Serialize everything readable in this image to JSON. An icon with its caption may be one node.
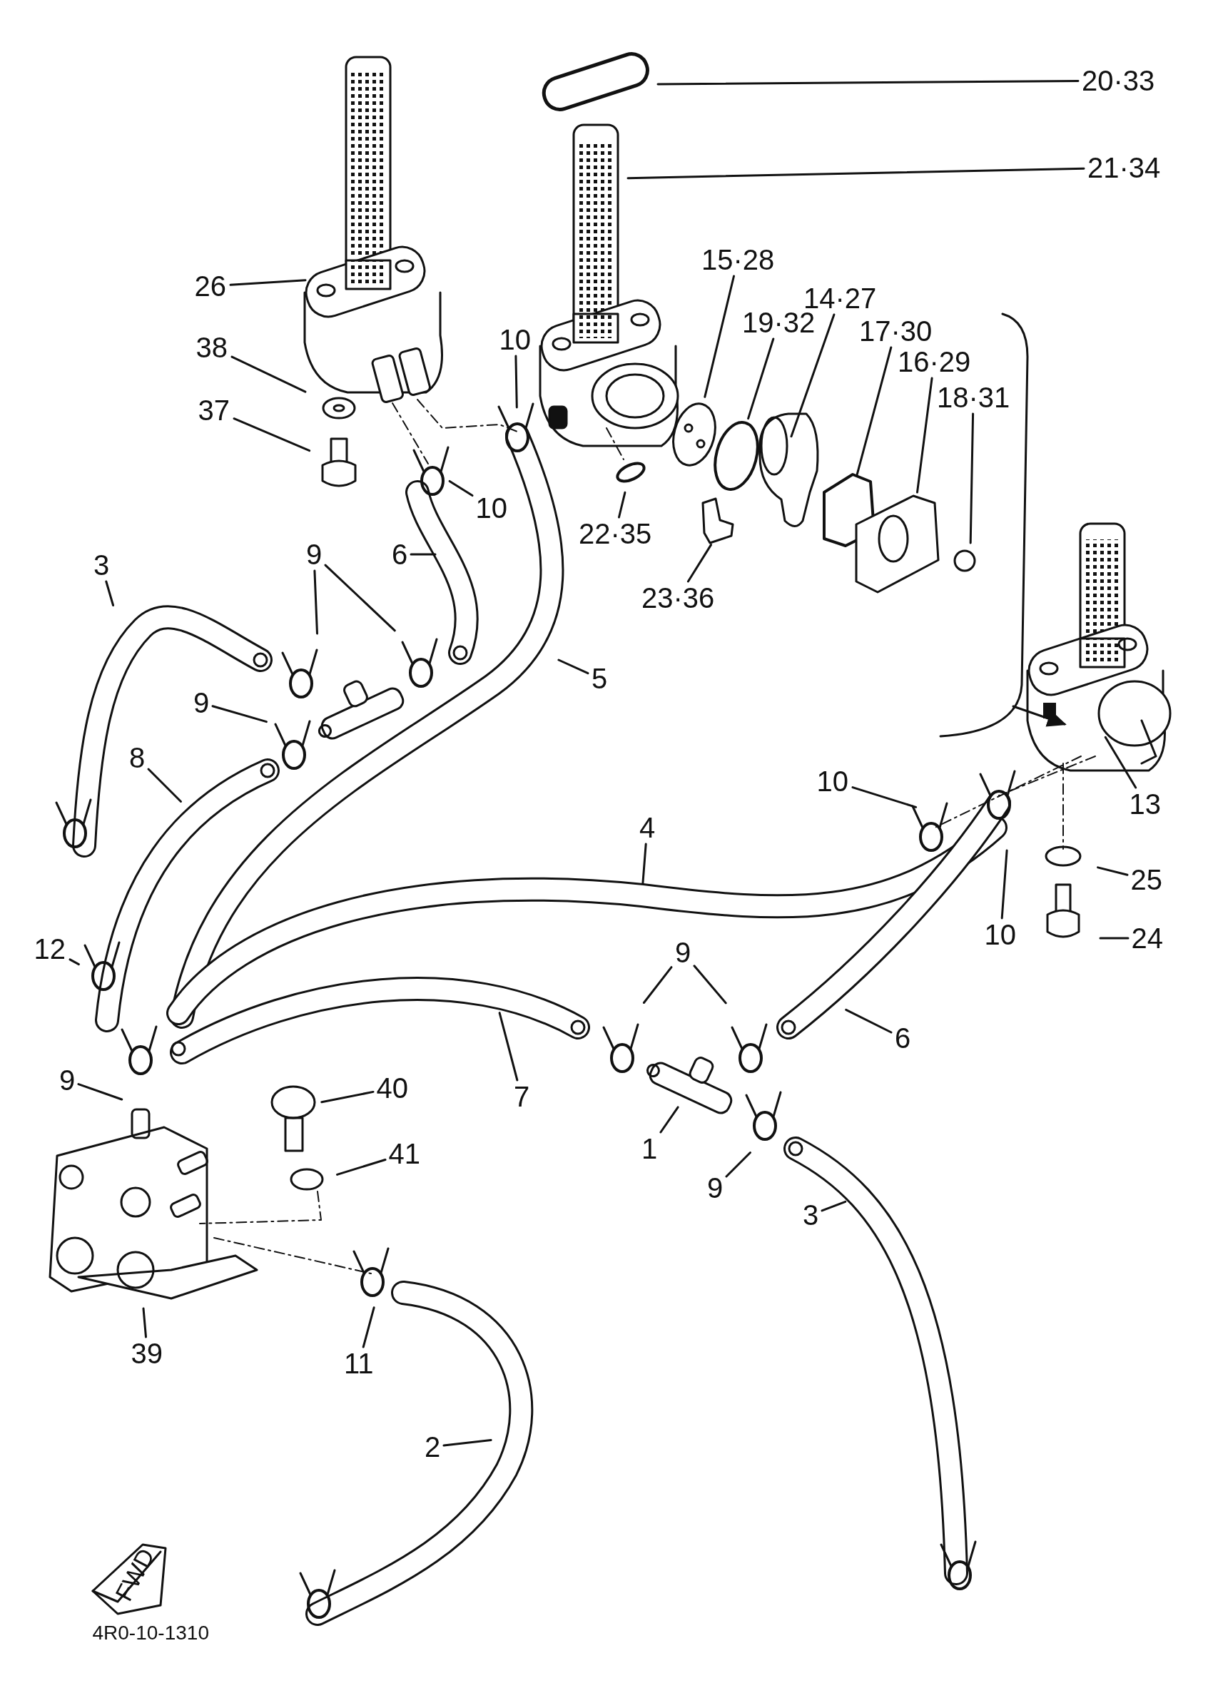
{
  "diagram": {
    "nodes": [
      {
        "text": [
          "20·33"
        ]
      },
      {
        "text": [
          "21·34"
        ]
      },
      {
        "text": [
          "15·28"
        ]
      },
      {
        "text": [
          "26"
        ]
      },
      {
        "text": [
          "14·27"
        ]
      },
      {
        "text": [
          "19·32"
        ]
      },
      {
        "text": [
          "17·30"
        ]
      },
      {
        "text": [
          "10"
        ]
      },
      {
        "text": [
          "38"
        ]
      },
      {
        "text": [
          "16·29"
        ]
      },
      {
        "text": [
          "18·31"
        ]
      },
      {
        "text": [
          "37"
        ]
      },
      {
        "text": [
          "10"
        ]
      },
      {
        "text": [
          "22·35"
        ]
      },
      {
        "text": [
          "9"
        ]
      },
      {
        "text": [
          "6"
        ]
      },
      {
        "text": [
          "3"
        ]
      },
      {
        "text": [
          "23·36"
        ]
      },
      {
        "text": [
          "5"
        ]
      },
      {
        "text": [
          "9"
        ]
      },
      {
        "text": [
          "8"
        ]
      },
      {
        "text": [
          "10"
        ]
      },
      {
        "text": [
          "13"
        ]
      },
      {
        "text": [
          "4"
        ]
      },
      {
        "text": [
          "25"
        ]
      },
      {
        "text": [
          "10"
        ]
      },
      {
        "text": [
          "24"
        ]
      },
      {
        "text": [
          "12"
        ]
      },
      {
        "text": [
          "9"
        ]
      },
      {
        "text": [
          "6"
        ]
      },
      {
        "text": [
          "9"
        ]
      },
      {
        "text": [
          "40"
        ]
      },
      {
        "text": [
          "7"
        ]
      },
      {
        "text": [
          "1"
        ]
      },
      {
        "text": [
          "41"
        ]
      },
      {
        "text": [
          "9"
        ]
      },
      {
        "text": [
          "3"
        ]
      },
      {
        "text": [
          "39"
        ]
      },
      {
        "text": [
          "11"
        ]
      },
      {
        "text": [
          "2"
        ]
      }
    ],
    "edges": [
      {
        "from": 0,
        "to": null,
        "arrow": "none"
      },
      {
        "from": 1,
        "to": null,
        "arrow": "none"
      },
      {
        "from": 2,
        "to": null,
        "arrow": "none"
      },
      {
        "from": 3,
        "to": null,
        "arrow": "none"
      },
      {
        "from": 4,
        "to": null,
        "arrow": "none"
      },
      {
        "from": 5,
        "to": null,
        "arrow": "none"
      },
      {
        "from": 6,
        "to": null,
        "arrow": "none"
      },
      {
        "from": 7,
        "to": null,
        "arrow": "none"
      },
      {
        "from": 8,
        "to": null,
        "arrow": "none"
      },
      {
        "from": 9,
        "to": null,
        "arrow": "none"
      },
      {
        "from": 10,
        "to": null,
        "arrow": "none"
      },
      {
        "from": 11,
        "to": null,
        "arrow": "none"
      },
      {
        "from": 12,
        "to": null,
        "arrow": "none"
      },
      {
        "from": 13,
        "to": null,
        "arrow": "none"
      },
      {
        "from": 14,
        "to": null,
        "arrow": "none"
      },
      {
        "from": 14,
        "to": null,
        "arrow": "none"
      },
      {
        "from": 15,
        "to": null,
        "arrow": "none"
      },
      {
        "from": 16,
        "to": null,
        "arrow": "none"
      },
      {
        "from": 17,
        "to": null,
        "arrow": "none"
      },
      {
        "from": 18,
        "to": null,
        "arrow": "none"
      },
      {
        "from": 19,
        "to": null,
        "arrow": "none"
      },
      {
        "from": 20,
        "to": null,
        "arrow": "none"
      },
      {
        "from": 21,
        "to": null,
        "arrow": "none"
      },
      {
        "from": 22,
        "to": null,
        "arrow": "none"
      },
      {
        "from": 23,
        "to": null,
        "arrow": "none"
      },
      {
        "from": 24,
        "to": null,
        "arrow": "none"
      },
      {
        "from": 25,
        "to": null,
        "arrow": "none"
      },
      {
        "from": 26,
        "to": null,
        "arrow": "none"
      },
      {
        "from": 27,
        "to": null,
        "arrow": "none"
      },
      {
        "from": 28,
        "to": null,
        "arrow": "none"
      },
      {
        "from": 28,
        "to": null,
        "arrow": "none"
      },
      {
        "from": 29,
        "to": null,
        "arrow": "none"
      },
      {
        "from": 30,
        "to": null,
        "arrow": "none"
      },
      {
        "from": 31,
        "to": null,
        "arrow": "none"
      },
      {
        "from": 32,
        "to": null,
        "arrow": "none"
      },
      {
        "from": 33,
        "to": null,
        "arrow": "none"
      },
      {
        "from": 34,
        "to": null,
        "arrow": "none"
      },
      {
        "from": 35,
        "to": null,
        "arrow": "none"
      },
      {
        "from": 36,
        "to": null,
        "arrow": "none"
      },
      {
        "from": 37,
        "to": null,
        "arrow": "none"
      },
      {
        "from": 38,
        "to": null,
        "arrow": "none"
      },
      {
        "from": 39,
        "to": null,
        "arrow": "none"
      }
    ],
    "labels": [
      "FWD",
      "4R0-10-1310"
    ]
  }
}
